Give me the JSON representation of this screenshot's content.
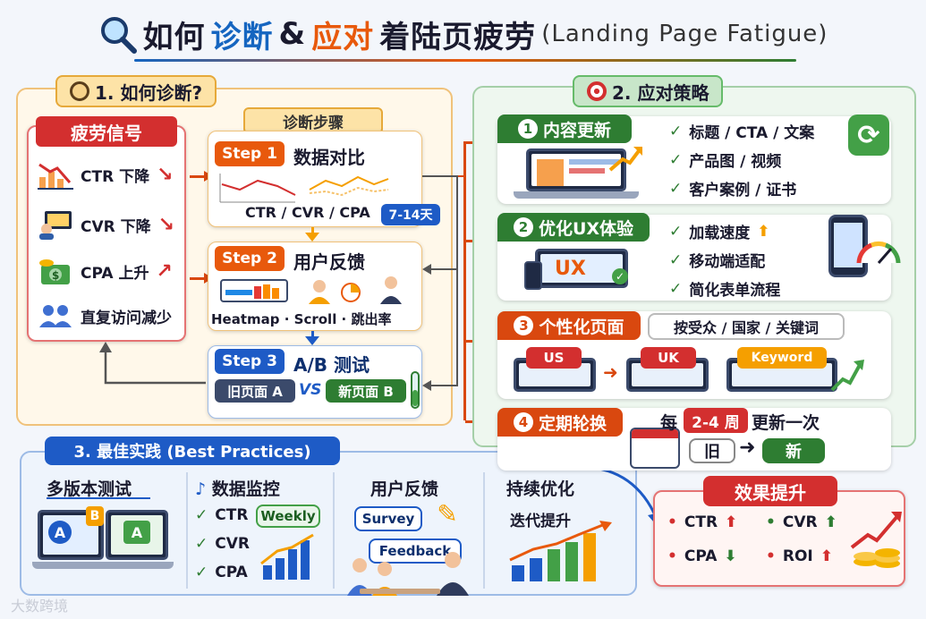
{
  "header": {
    "part1": "如何",
    "part2": "诊断",
    "amp": "&",
    "part3": "应对",
    "part4": "着陆页疲劳",
    "part5": "(Landing Page Fatigue)"
  },
  "diagnose": {
    "title": "1. 如何诊断?",
    "signals_title": "疲劳信号",
    "signals": [
      "CTR 下降",
      "CVR 下降",
      "CPA 上升",
      "直复访问减少"
    ],
    "steps_title": "诊断步骤",
    "step1": {
      "tag": "Step 1",
      "label": "数据对比",
      "metrics": "CTR / CVR / CPA",
      "window": "7-14天"
    },
    "step2": {
      "tag": "Step 2",
      "label": "用户反馈",
      "tools": "Heatmap · Scroll · 跳出率"
    },
    "step3": {
      "tag": "Step 3",
      "label": "A/B 测试",
      "old": "旧页面 A",
      "vs": "VS",
      "new": "新页面 B"
    }
  },
  "respond": {
    "title": "2. 应对策略",
    "s1": {
      "num": "1",
      "label": "内容更新",
      "items": [
        "标题 / CTA / 文案",
        "产品图 / 视频",
        "客户案例 / 证书"
      ]
    },
    "s2": {
      "num": "2",
      "label": "优化UX体验",
      "items": [
        "加载速度",
        "移动端适配",
        "简化表单流程"
      ],
      "ux_badge": "UX"
    },
    "s3": {
      "num": "3",
      "label": "个性化页面",
      "note": "按受众 / 国家 / 关键词",
      "pages": [
        "US",
        "UK",
        "Keyword"
      ]
    },
    "s4": {
      "num": "4",
      "label": "定期轮换",
      "pre": "每",
      "period": "2-4 周",
      "post": "更新一次",
      "old": "旧",
      "new": "新"
    }
  },
  "best": {
    "title": "3. 最佳实践 (Best Practices)",
    "c1": {
      "title": "多版本测试",
      "a": "A",
      "b": "B"
    },
    "c2": {
      "title": "数据监控",
      "metrics": [
        "CTR",
        "CVR",
        "CPA"
      ],
      "freq": "Weekly"
    },
    "c3": {
      "title": "用户反馈",
      "survey": "Survey",
      "feedback": "Feedback"
    },
    "c4": {
      "title": "持续优化",
      "sub": "迭代提升"
    }
  },
  "result": {
    "title": "效果提升",
    "items": [
      {
        "label": "CTR",
        "dir": "up"
      },
      {
        "label": "CVR",
        "dir": "up"
      },
      {
        "label": "CPA",
        "dir": "down"
      },
      {
        "label": "ROI",
        "dir": "up"
      }
    ]
  },
  "watermark": "大数跨境",
  "colors": {
    "blue": "#1565c0",
    "orange": "#e8590c",
    "green": "#2e7d32",
    "red": "#d32f2f"
  }
}
